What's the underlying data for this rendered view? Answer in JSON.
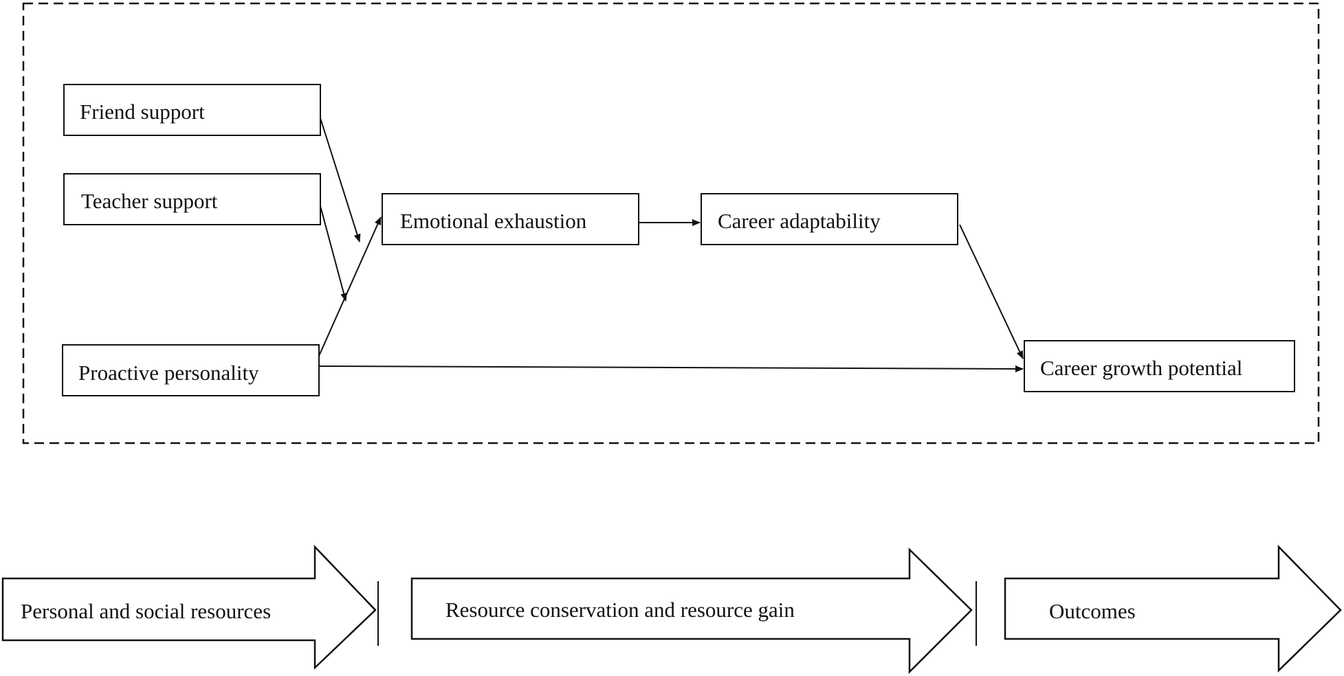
{
  "nodes": {
    "friend_support": "Friend support",
    "teacher_support": "Teacher support",
    "proactive_personality": "Proactive personality",
    "emotional_exhaustion": "Emotional exhaustion",
    "career_adaptability": "Career adaptability",
    "career_growth_potential": "Career growth potential"
  },
  "stages": {
    "personal_social": "Personal and social resources",
    "conservation_gain": "Resource conservation and resource gain",
    "outcomes": "Outcomes"
  },
  "colors": {
    "line": "#111111",
    "background": "#ffffff"
  }
}
